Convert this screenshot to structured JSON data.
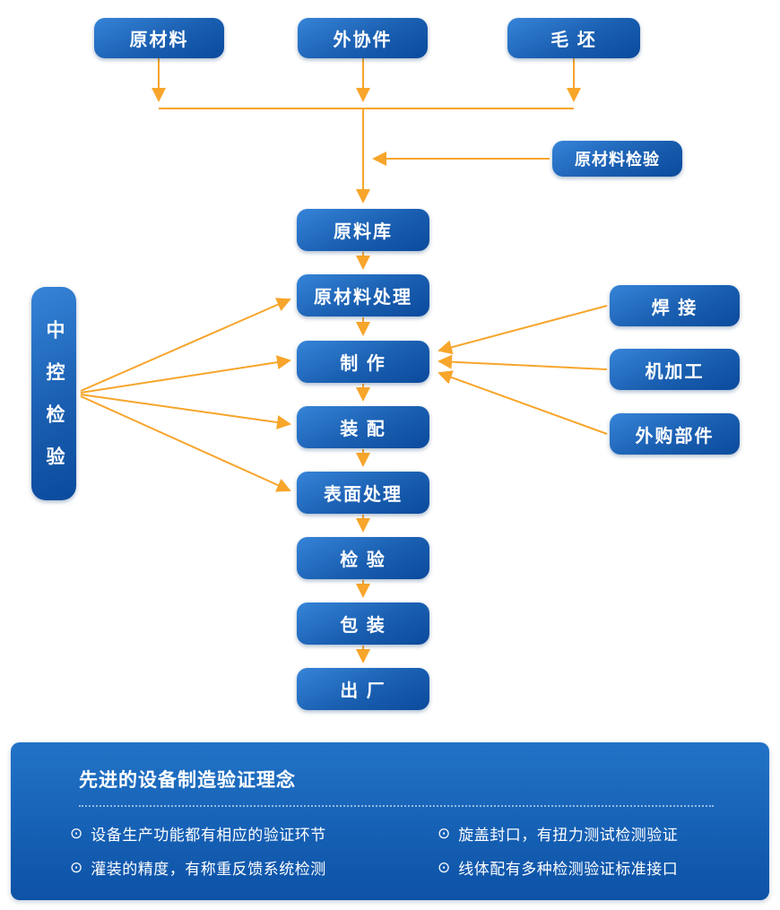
{
  "colors": {
    "box-top": "#3684d8",
    "box-mid": "#1a5fb1",
    "box-bottom": "#0b4a9c",
    "panel-top": "#2173C7",
    "panel-bottom": "#0D52A6",
    "arrow": "#F7A52B",
    "text": "#ffffff"
  },
  "flow": {
    "top_nodes": [
      {
        "label": "原材料"
      },
      {
        "label": "外协件"
      },
      {
        "label": "毛 坯"
      }
    ],
    "raw_material_inspection": {
      "label": "原材料检验"
    },
    "center_nodes": [
      {
        "label": "原料库"
      },
      {
        "label": "原材料处理"
      },
      {
        "label": "制 作"
      },
      {
        "label": "装 配"
      },
      {
        "label": "表面处理"
      },
      {
        "label": "检 验"
      },
      {
        "label": "包 装"
      },
      {
        "label": "出 厂"
      }
    ],
    "left_node": {
      "label": "中控检验"
    },
    "right_nodes": [
      {
        "label": "焊 接"
      },
      {
        "label": "机加工"
      },
      {
        "label": "外购部件"
      }
    ],
    "edges": [
      "原材料 → 汇合线",
      "外协件 → 汇合线",
      "毛坯 → 汇合线",
      "原材料检验 → 主流程线",
      "汇合线 → 原料库",
      "原料库 → 原材料处理",
      "原材料处理 → 制作",
      "制作 → 装配",
      "装配 → 表面处理",
      "表面处理 → 检验",
      "检验 → 包装",
      "包装 → 出厂",
      "中控检验 → 原材料处理",
      "中控检验 → 制作",
      "中控检验 → 装配",
      "中控检验 → 表面处理",
      "焊接 → 制作",
      "机加工 → 制作",
      "外购部件 → 制作"
    ]
  },
  "panel": {
    "title": "先进的设备制造验证理念",
    "bullet_icon": "⊙",
    "bullets_left": [
      "设备生产功能都有相应的验证环节",
      "灌装的精度，有称重反馈系统检测"
    ],
    "bullets_right": [
      "旋盖封口，有扭力测试检测验证",
      "线体配有多种检测验证标准接口"
    ]
  }
}
